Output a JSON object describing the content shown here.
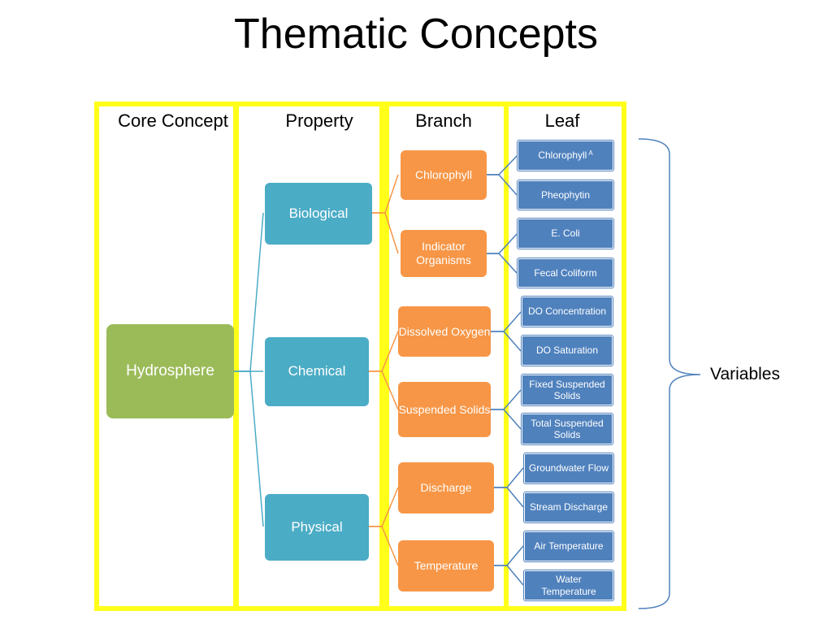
{
  "title": "Thematic Concepts",
  "columns": {
    "core": "Core Concept",
    "property": "Property",
    "branch": "Branch",
    "leaf": "Leaf"
  },
  "core_concept": "Hydrosphere",
  "properties": [
    "Biological",
    "Chemical",
    "Physical"
  ],
  "branches": [
    "Chlorophyll",
    "Indicator Organisms",
    "Dissolved Oxygen",
    "Suspended Solids",
    "Discharge",
    "Temperature"
  ],
  "leaves": [
    "Chlorophyll",
    "Pheophytin",
    "E. Coli",
    "Fecal Coliform",
    "DO Concentration",
    "DO Saturation",
    "Fixed Suspended Solids",
    "Total Suspended Solids",
    "Groundwater Flow",
    "Stream Discharge",
    "Air Temperature",
    "Water Temperature"
  ],
  "leaf_subscript": "A",
  "variables_label": "Variables",
  "colors": {
    "frame": "#ffff1a",
    "core": "#9bbb59",
    "property": "#4bacc6",
    "branch": "#f79646",
    "leaf": "#4f81bd",
    "bracket": "#4f81bd"
  }
}
